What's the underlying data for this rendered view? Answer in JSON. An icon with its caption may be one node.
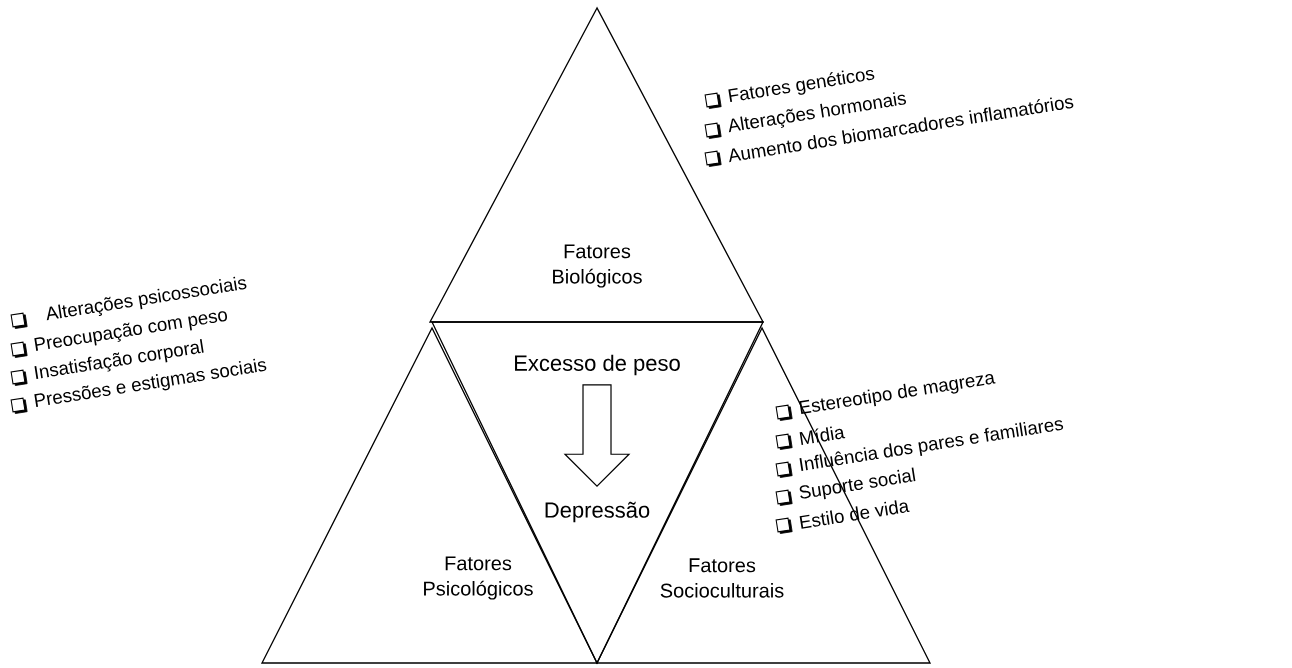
{
  "diagram": {
    "nodes": [
      {
        "text": [
          "Fatores Biológicos"
        ]
      },
      {
        "text": [],
        "shape": "triangle"
      },
      {
        "text": [
          "Excesso de peso"
        ],
        "in": 1
      },
      {
        "text": [
          "Depressão"
        ],
        "in": 1
      },
      {
        "text": [
          "Fatores Psicológicos"
        ]
      },
      {
        "text": [
          "Fatores Socioculturais"
        ]
      }
    ],
    "edges": [
      {
        "from": 2,
        "to": 3,
        "arrow": "to"
      }
    ],
    "labels": [
      "Fatores genéticos",
      "Alterações hormonais",
      "Aumento dos biomarcadores inflamatórios",
      "Alterações psicossociais",
      "Preocupação com peso",
      "Insatisfação corporal",
      "Pressões e estigmas sociais",
      "Estereotipo de magreza",
      "Mídia",
      "Influência dos pares e familiares",
      "Suporte social",
      "Estilo de vida"
    ]
  }
}
